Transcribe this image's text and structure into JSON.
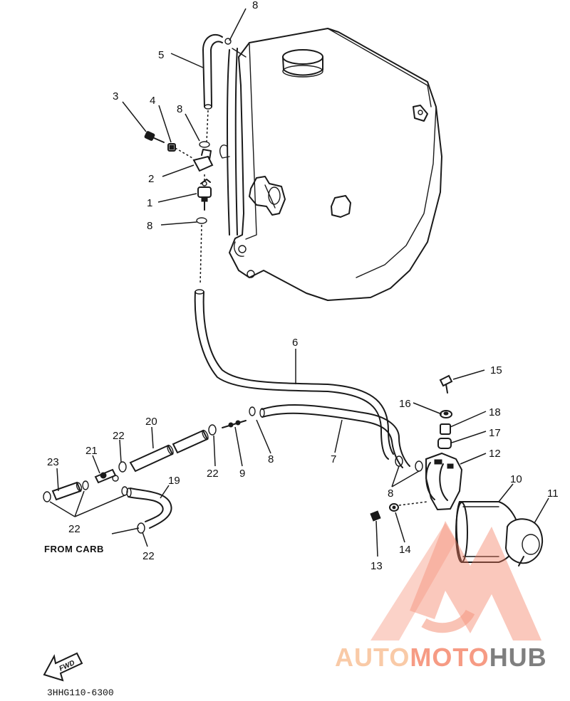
{
  "callouts": [
    "1",
    "2",
    "3",
    "4",
    "5",
    "6",
    "7",
    "8",
    "9",
    "10",
    "11",
    "12",
    "13",
    "14",
    "15",
    "16",
    "17",
    "18",
    "19",
    "20",
    "21",
    "22",
    "23"
  ],
  "caption_from_carb": "FROM CARB",
  "fwd_label": "FWD",
  "diagram_code": "3HHG110-6300",
  "watermark": {
    "part1": "AUTO",
    "part2": "MOTO",
    "part3": "HUB",
    "color_accent": "#f47a5c",
    "color_light": "#f7b98a",
    "color_dark": "#555555"
  }
}
